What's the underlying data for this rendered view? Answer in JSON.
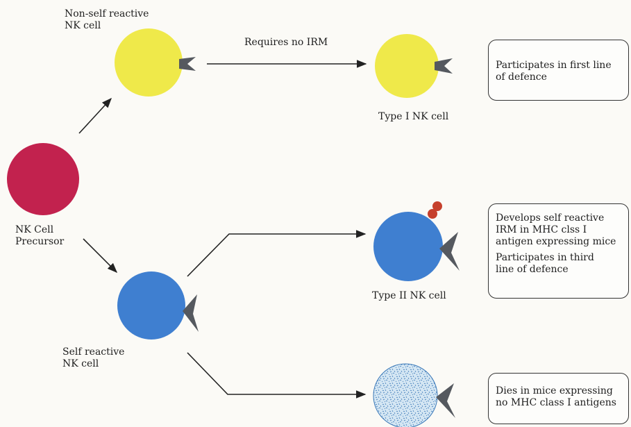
{
  "labels": {
    "non_self_line1": "Non-self reactive",
    "non_self_line2": "NK cell",
    "requires_no_irm": "Requires no IRM",
    "type1": "Type I NK cell",
    "precursor_line1": "NK Cell",
    "precursor_line2": "Precursor",
    "self_line1": "Self reactive",
    "self_line2": "NK cell",
    "type2": "Type II NK cell"
  },
  "boxes": {
    "box1": {
      "line1": "Participates in first line",
      "line2": "of defence"
    },
    "box2": {
      "para1_line1": "Develops  self reactive",
      "para1_line2": "IRM in MHC clss I",
      "para1_line3": "antigen expressing mice",
      "para2_line1": "Participates in third",
      "para2_line2": "line of defence"
    },
    "box3": {
      "line1": "Dies in mice expressing",
      "line2": "no MHC class I antigens"
    }
  },
  "colors": {
    "precursor": "#c2224e",
    "non_self_cell": "#efe94a",
    "self_cell": "#3f7fd0",
    "dying_cell": "#cfe3f2",
    "receptor": "#55595f",
    "irm": "#c6402c"
  }
}
